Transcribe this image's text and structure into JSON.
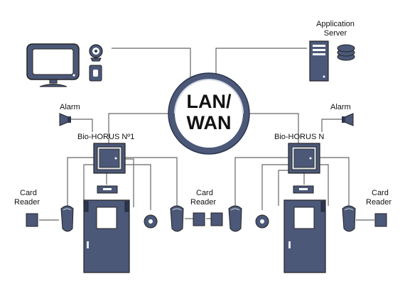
{
  "network": {
    "line1": "LAN/",
    "line2": "WAN"
  },
  "app_server": {
    "line1": "Application",
    "line2": "Server"
  },
  "alarm_left": "Alarm",
  "alarm_right": "Alarm",
  "terminal_left": "Bio-HORUS Nº1",
  "terminal_right": "Bio-HORUS N",
  "card_reader_left": {
    "line1": "Card",
    "line2": "Reader"
  },
  "card_reader_mid": {
    "line1": "Card",
    "line2": "Reader"
  },
  "card_reader_right": {
    "line1": "Card",
    "line2": "Reader"
  },
  "colors": {
    "device_fill": "#4b5878",
    "device_dark": "#2c3550",
    "line": "#666666",
    "white": "#ffffff"
  }
}
